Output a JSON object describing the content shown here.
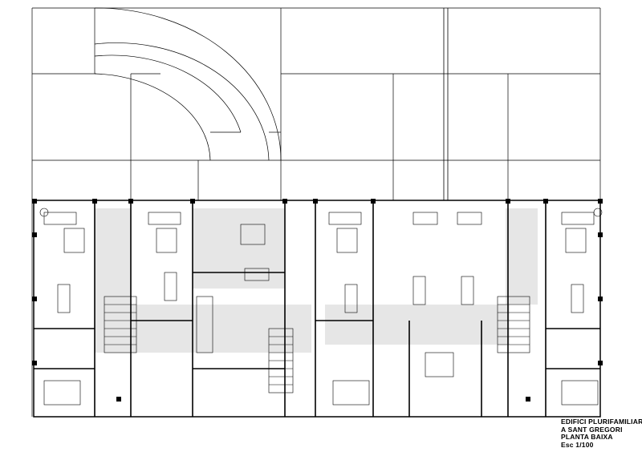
{
  "title_block": {
    "line1": "EDIFICI PLURIFAMILIAR",
    "line2": "A SANT GREGORI",
    "line3": "PLANTA BAIXA",
    "scale": "Esc 1/100"
  },
  "colors": {
    "line": "#000000",
    "shade": "#e6e6e6",
    "background": "#ffffff"
  }
}
